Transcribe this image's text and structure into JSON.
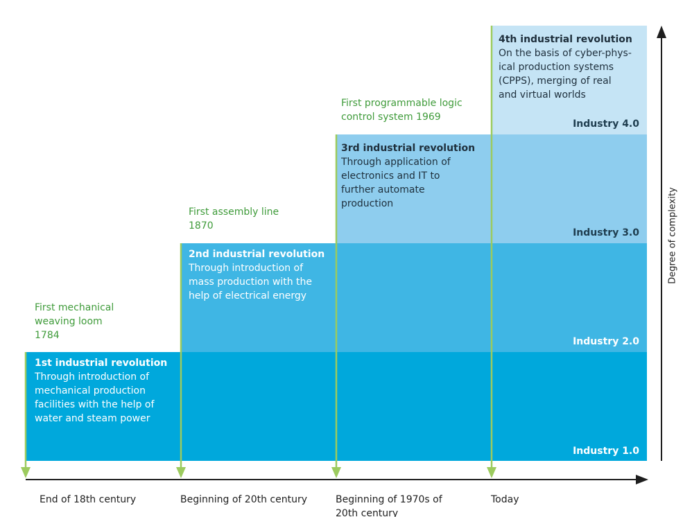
{
  "revolutions": [
    {
      "title": "1st industrial revolution",
      "desc": "Through introduction of\nmechanical production\nfacilities with the help of\nwater and steam power"
    },
    {
      "title": "2nd industrial revolution",
      "desc": "Through introduction of\nmass production with the\nhelp of electrical energy"
    },
    {
      "title": "3rd industrial revolution",
      "desc": "Through application of\nelectronics and IT to\nfurther automate\nproduction"
    },
    {
      "title": "4th industrial revolution",
      "desc": "On the basis of cyber-phys-\nical production systems\n(CPPS), merging of real\nand virtual worlds"
    }
  ],
  "milestones": [
    {
      "text": "First mechanical\nweaving loom\n1784"
    },
    {
      "text": "First assembly line\n1870"
    },
    {
      "text": "First programmable logic\ncontrol system 1969"
    }
  ],
  "levels": [
    "Industry 1.0",
    "Industry 2.0",
    "Industry 3.0",
    "Industry 4.0"
  ],
  "eras": [
    "End of 18th century",
    "Beginning of 20th century",
    "Beginning of 1970s of\n20th century",
    "Today"
  ],
  "axis": {
    "y_label": "Degree of complexity"
  },
  "colors": {
    "band1": "#00a8dc",
    "band2": "#3fb6e4",
    "band3": "#8ecdee",
    "band4": "#c5e4f5",
    "milestone_green": "#3f9b3a",
    "marker_green": "#9ccb5e"
  }
}
